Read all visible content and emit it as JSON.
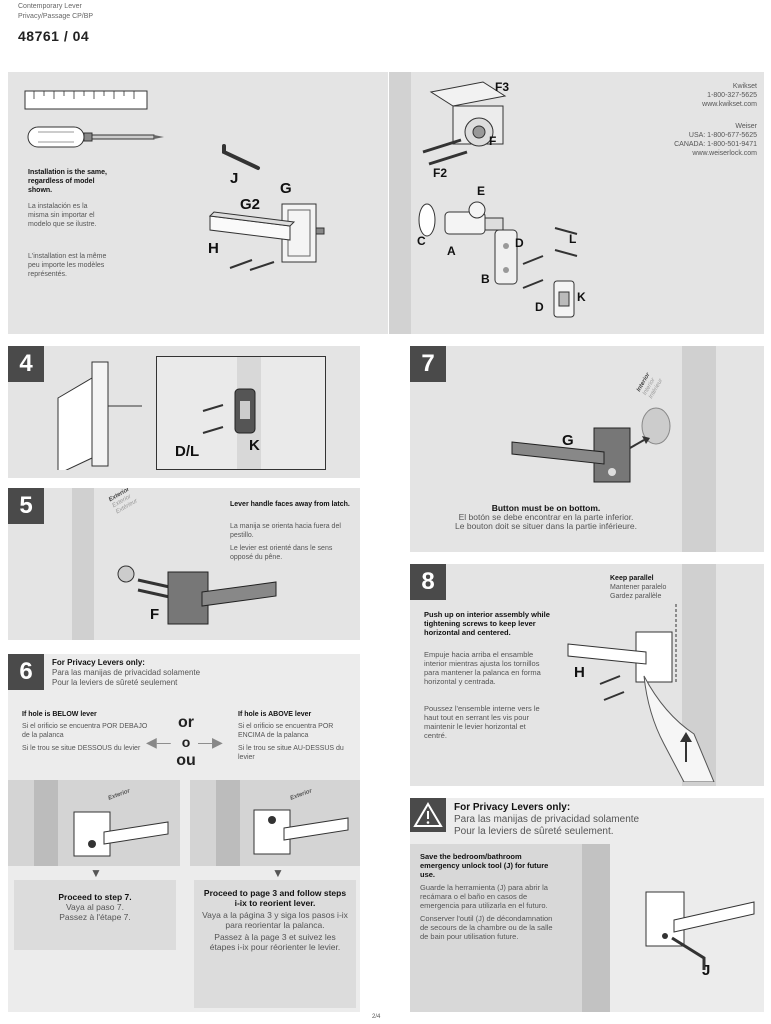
{
  "header": {
    "line1": "Contemporary Lever",
    "line2": "Privacy/Passage CP/BP",
    "model": "48761 / 04"
  },
  "overview": {
    "install_en": "Installation is the same, regardless of model shown.",
    "install_es": "La instalación es la misma sin importar el modelo que se ilustre.",
    "install_fr": "L'installation est la même peu importe les modèles représentés.",
    "kwikset": "Kwikset",
    "kwikset_phone": "1-800-327-5625",
    "kwikset_web": "www.kwikset.com",
    "weiser": "Weiser",
    "weiser_usa": "USA: 1-800-677-5625",
    "weiser_canada": "CANADA: 1-800-501-9471",
    "weiser_web": "www.weiserlock.com",
    "parts": {
      "J": "J",
      "G2": "G2",
      "G": "G",
      "H": "H",
      "F3": "F3",
      "F": "F",
      "F2": "F2",
      "E": "E",
      "C": "C",
      "A": "A",
      "D": "D",
      "B": "B",
      "L": "L",
      "K": "K"
    }
  },
  "step4": {
    "num": "4",
    "label_dl": "D/L",
    "label_k": "K"
  },
  "step5": {
    "num": "5",
    "exterior": "Exterior",
    "exterior_es": "Exterior",
    "exterior_fr": "Extérieur",
    "en": "Lever handle faces away from latch.",
    "es": "La manija se orienta hacia fuera del pestillo.",
    "fr": "Le levier est orienté dans le sens opposé du pêne.",
    "label_f": "F"
  },
  "step6": {
    "num": "6",
    "title_en": "For Privacy Levers only:",
    "title_es": "Para las manijas de privacidad solamente",
    "title_fr": "Pour la leviers de sûreté seulement",
    "or": "or",
    "o": "o",
    "ou": "ou",
    "below_en": "If hole is BELOW lever",
    "below_es": "Si el orificio se encuentra POR DEBAJO de la palanca",
    "below_fr": "Si le trou se situe DESSOUS du levier",
    "above_en": "If hole is ABOVE lever",
    "above_es": "Si el orificio se encuentra POR ENCIMA de la palanca",
    "above_fr": "Si le trou se situe AU-DESSUS du levier",
    "exterior": "Exterior",
    "proceed7_en": "Proceed to step 7.",
    "proceed7_es": "Vaya al paso 7.",
    "proceed7_fr": "Passez à l'étape 7.",
    "proceed3_en": "Proceed to page 3 and follow steps i-ix to reorient lever.",
    "proceed3_es": "Vaya a la página 3 y siga los pasos i-ix para reorientar la palanca.",
    "proceed3_fr": "Passez à la page 3 et suivez les étapes i-ix pour réorienter le levier."
  },
  "step7": {
    "num": "7",
    "interior": "Interior",
    "interior_es": "Interior",
    "interior_fr": "Intérieur",
    "label_g": "G",
    "en": "Button must be on bottom.",
    "es": "El botón se debe encontrar en la parte inferior.",
    "fr": "Le bouton doit se situer dans la partie inférieure."
  },
  "step8": {
    "num": "8",
    "keep_en": "Keep parallel",
    "keep_es": "Mantener paralelo",
    "keep_fr": "Gardez parallèle",
    "en": "Push up on interior assembly while tightening screws to keep lever horizontal and centered.",
    "es": "Empuje hacia arriba el ensamble interior mientras ajusta los tornillos para mantener la palanca en forma horizontal y centrada.",
    "fr": "Poussez l'ensemble interne vers le haut tout en serrant les vis pour maintenir le levier horizontal et centré.",
    "label_h": "H"
  },
  "privacy": {
    "title_en": "For Privacy Levers only:",
    "title_es": "Para las manijas de privacidad solamente",
    "title_fr": "Pour la leviers de sûreté seulement.",
    "save_en": "Save the bedroom/bathroom emergency unlock tool (J) for future use.",
    "save_es": "Guarde la herramienta (J) para abrir la recámara o el baño en casos de emergencia para utilizarla en el futuro.",
    "save_fr": "Conserver l'outil (J) de décondamnation de secours de la chambre ou de la salle de bain pour utilisation future.",
    "label_j": "J"
  },
  "footer": {
    "page": "2/4"
  },
  "colors": {
    "panel": "#e4e4e4",
    "step_badge": "#4a4a4a",
    "box": "#dcdcdc"
  }
}
